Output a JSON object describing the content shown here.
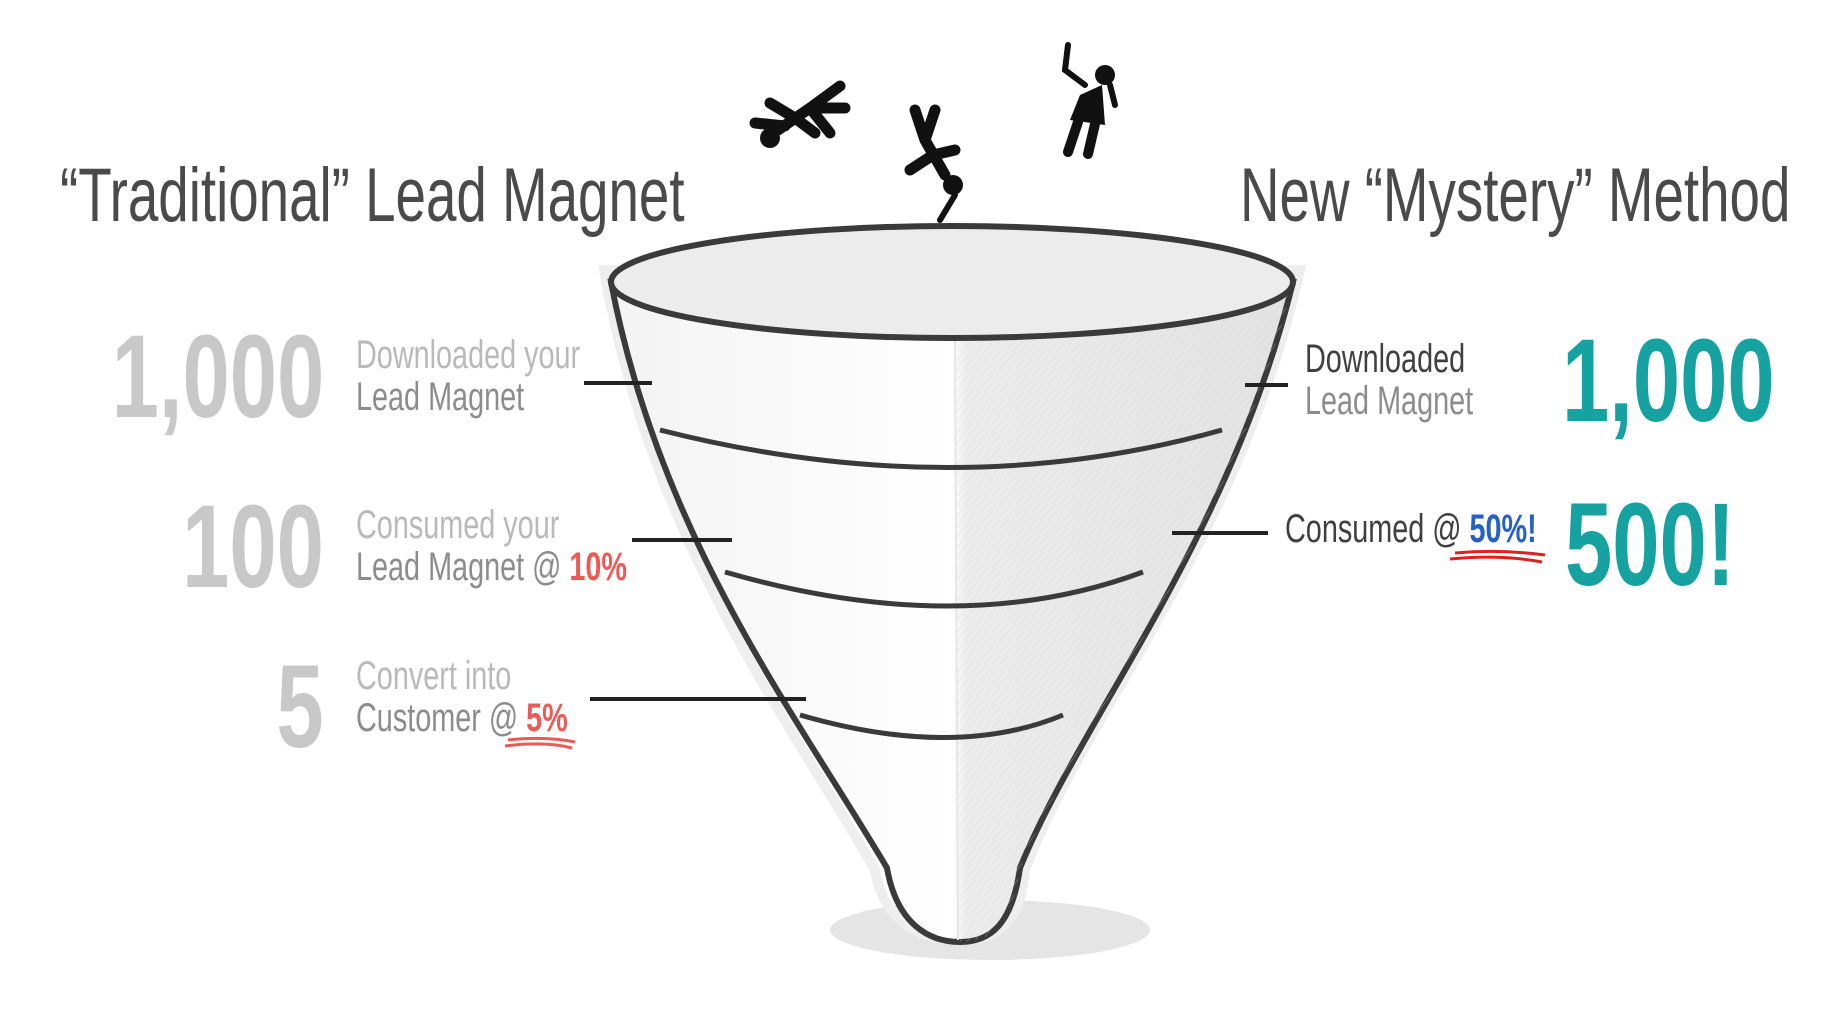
{
  "left": {
    "title": "“Traditional” Lead Magnet",
    "rows": [
      {
        "number": "1,000",
        "line1": "Downloaded your",
        "line2": "Lead Magnet",
        "highlight": ""
      },
      {
        "number": "100",
        "line1": "Consumed your",
        "line2": "Lead Magnet @ ",
        "highlight": "10%"
      },
      {
        "number": "5",
        "line1": "Convert into",
        "line2": "Customer @ ",
        "highlight": "5%"
      }
    ]
  },
  "right": {
    "title": "New “Mystery” Method",
    "rows": [
      {
        "number": "1,000",
        "line1": "Downloaded",
        "line2": "Lead Magnet"
      },
      {
        "number": "500!",
        "line1": "Consumed @ ",
        "highlight": "50%!"
      }
    ]
  },
  "colors": {
    "teal": "#16a2a0",
    "red": "#ec5a56",
    "blue": "#2561c4",
    "grey_number": "#c8c8c8",
    "title": "#4a4a4a"
  },
  "icons": [
    "falling-person-icon",
    "falling-person-icon",
    "falling-woman-icon",
    "funnel-illustration"
  ]
}
